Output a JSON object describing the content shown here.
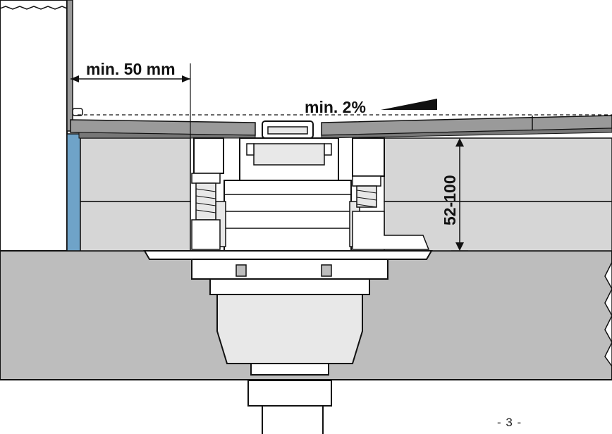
{
  "diagram": {
    "wall_clearance_label": "min. 50 mm",
    "slope_label": "min. 2%",
    "height_range_label": "52-100"
  },
  "page": {
    "number": "- 3 -"
  },
  "colors": {
    "line": "#111111",
    "slab": "#bdbdbd",
    "insulation": "#d6d6d6",
    "membrane": "#6fa3c8",
    "tile": "#9a9a9a",
    "metal": "#e8e8e8"
  }
}
